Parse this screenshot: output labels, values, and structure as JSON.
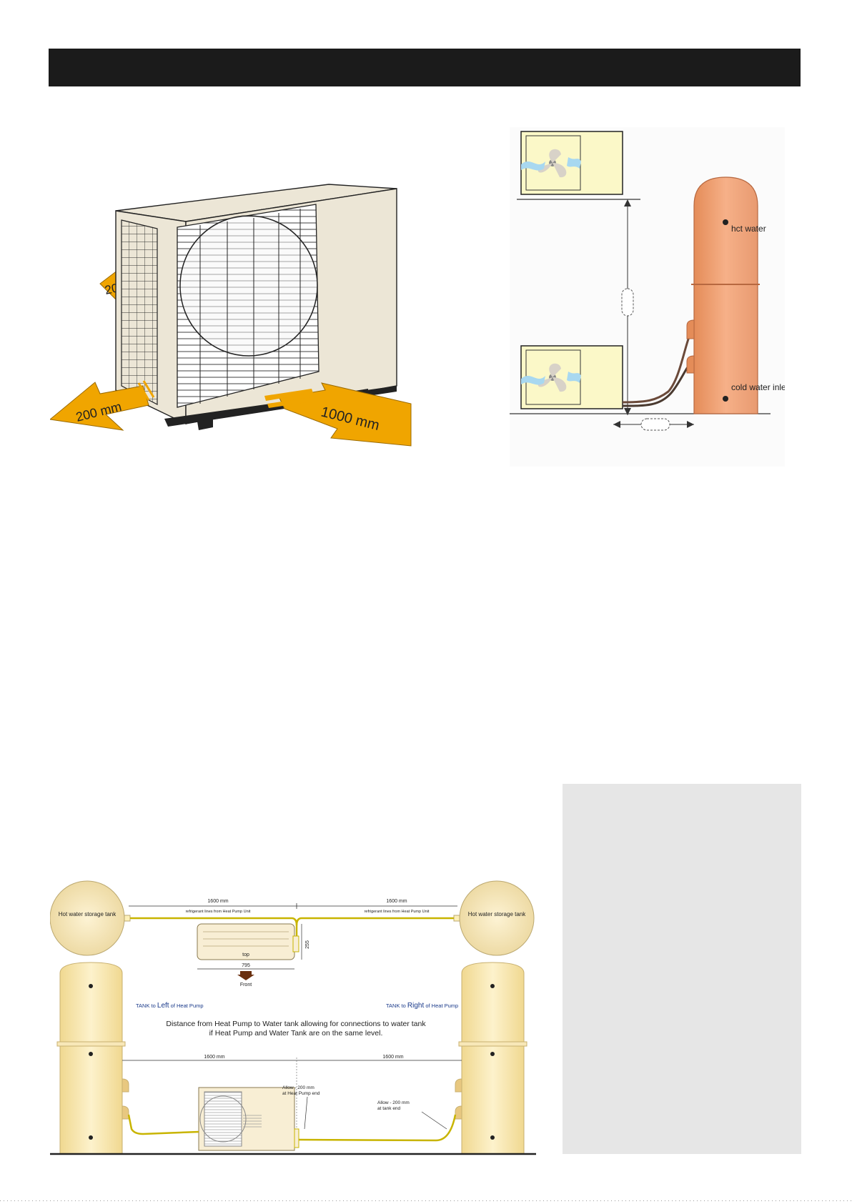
{
  "clearance_figure": {
    "arrow_left_top": "200",
    "arrow_left_bottom": "200 mm",
    "arrow_front": "1000 mm"
  },
  "elevation_figure": {
    "hot_water_label": "hct water",
    "cold_water_label": "cold water inlet"
  },
  "layout_figure": {
    "tank_left_label": "Hot water storage tank",
    "tank_right_label": "Hot water storage tank",
    "dim_left_top": "1600 mm",
    "dim_right_top": "1600 mm",
    "ref_lines_left": "refrigerant lines from Heat Pump Unit",
    "ref_lines_right": "refrigerant lines from Heat Pump Unit",
    "unit_top_label": "top",
    "unit_depth": "255",
    "unit_width": "795",
    "front_label": "Front",
    "tank_left_prefix": "TANK to",
    "tank_left_word": "Left",
    "tank_left_suffix": "of Heat Pump",
    "tank_right_prefix": "TANK to",
    "tank_right_word": "Right",
    "tank_right_suffix": "of Heat Pump",
    "caption_line1": "Distance from Heat Pump to Water tank allowing for connections to water tank",
    "caption_line2": "if Heat Pump and Water Tank are on the same level.",
    "dim_left_bottom": "1600 mm",
    "dim_right_bottom": "1600 mm",
    "allow_pump_line1": "Allow - 200 mm",
    "allow_pump_line2": "at Heat Pump end",
    "allow_tank_line1": "Allow - 200 mm",
    "allow_tank_line2": "at tank end"
  },
  "colors": {
    "header": "#1b1b1b",
    "arrow": "#f0a500",
    "unit_body": "#ece6d6",
    "tank_copper": "#f0a070",
    "tank_cream": "#f8e8b8",
    "pipe_yellow": "#c8b400",
    "sidebar": "#e6e6e6"
  }
}
